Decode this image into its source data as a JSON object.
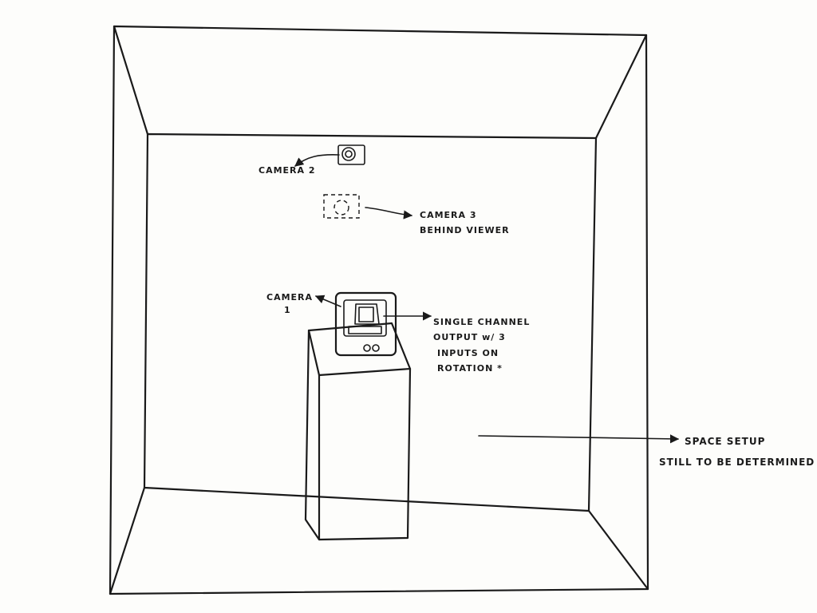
{
  "labels": {
    "camera2": "CAMERA 2",
    "camera3_line1": "CAMERA 3",
    "camera3_line2": "BEHIND VIEWER",
    "camera1_line1": "CAMERA",
    "camera1_line2": "1",
    "output_line1": "SINGLE CHANNEL",
    "output_line2": "OUTPUT w/ 3",
    "output_line3": "INPUTS ON",
    "output_line4": "ROTATION *",
    "space_line1": "SPACE SETUP",
    "space_line2": "STILL TO BE DETERMINED"
  },
  "icons": {
    "camera_wall": "camera-icon",
    "camera_behind": "dashed-camera-icon",
    "monitor": "monitor-icon",
    "plinth": "plinth-icon",
    "arrows": "arrow-icon"
  },
  "colors": {
    "ink": "#1a1a1a",
    "paper": "#fdfdfb"
  }
}
